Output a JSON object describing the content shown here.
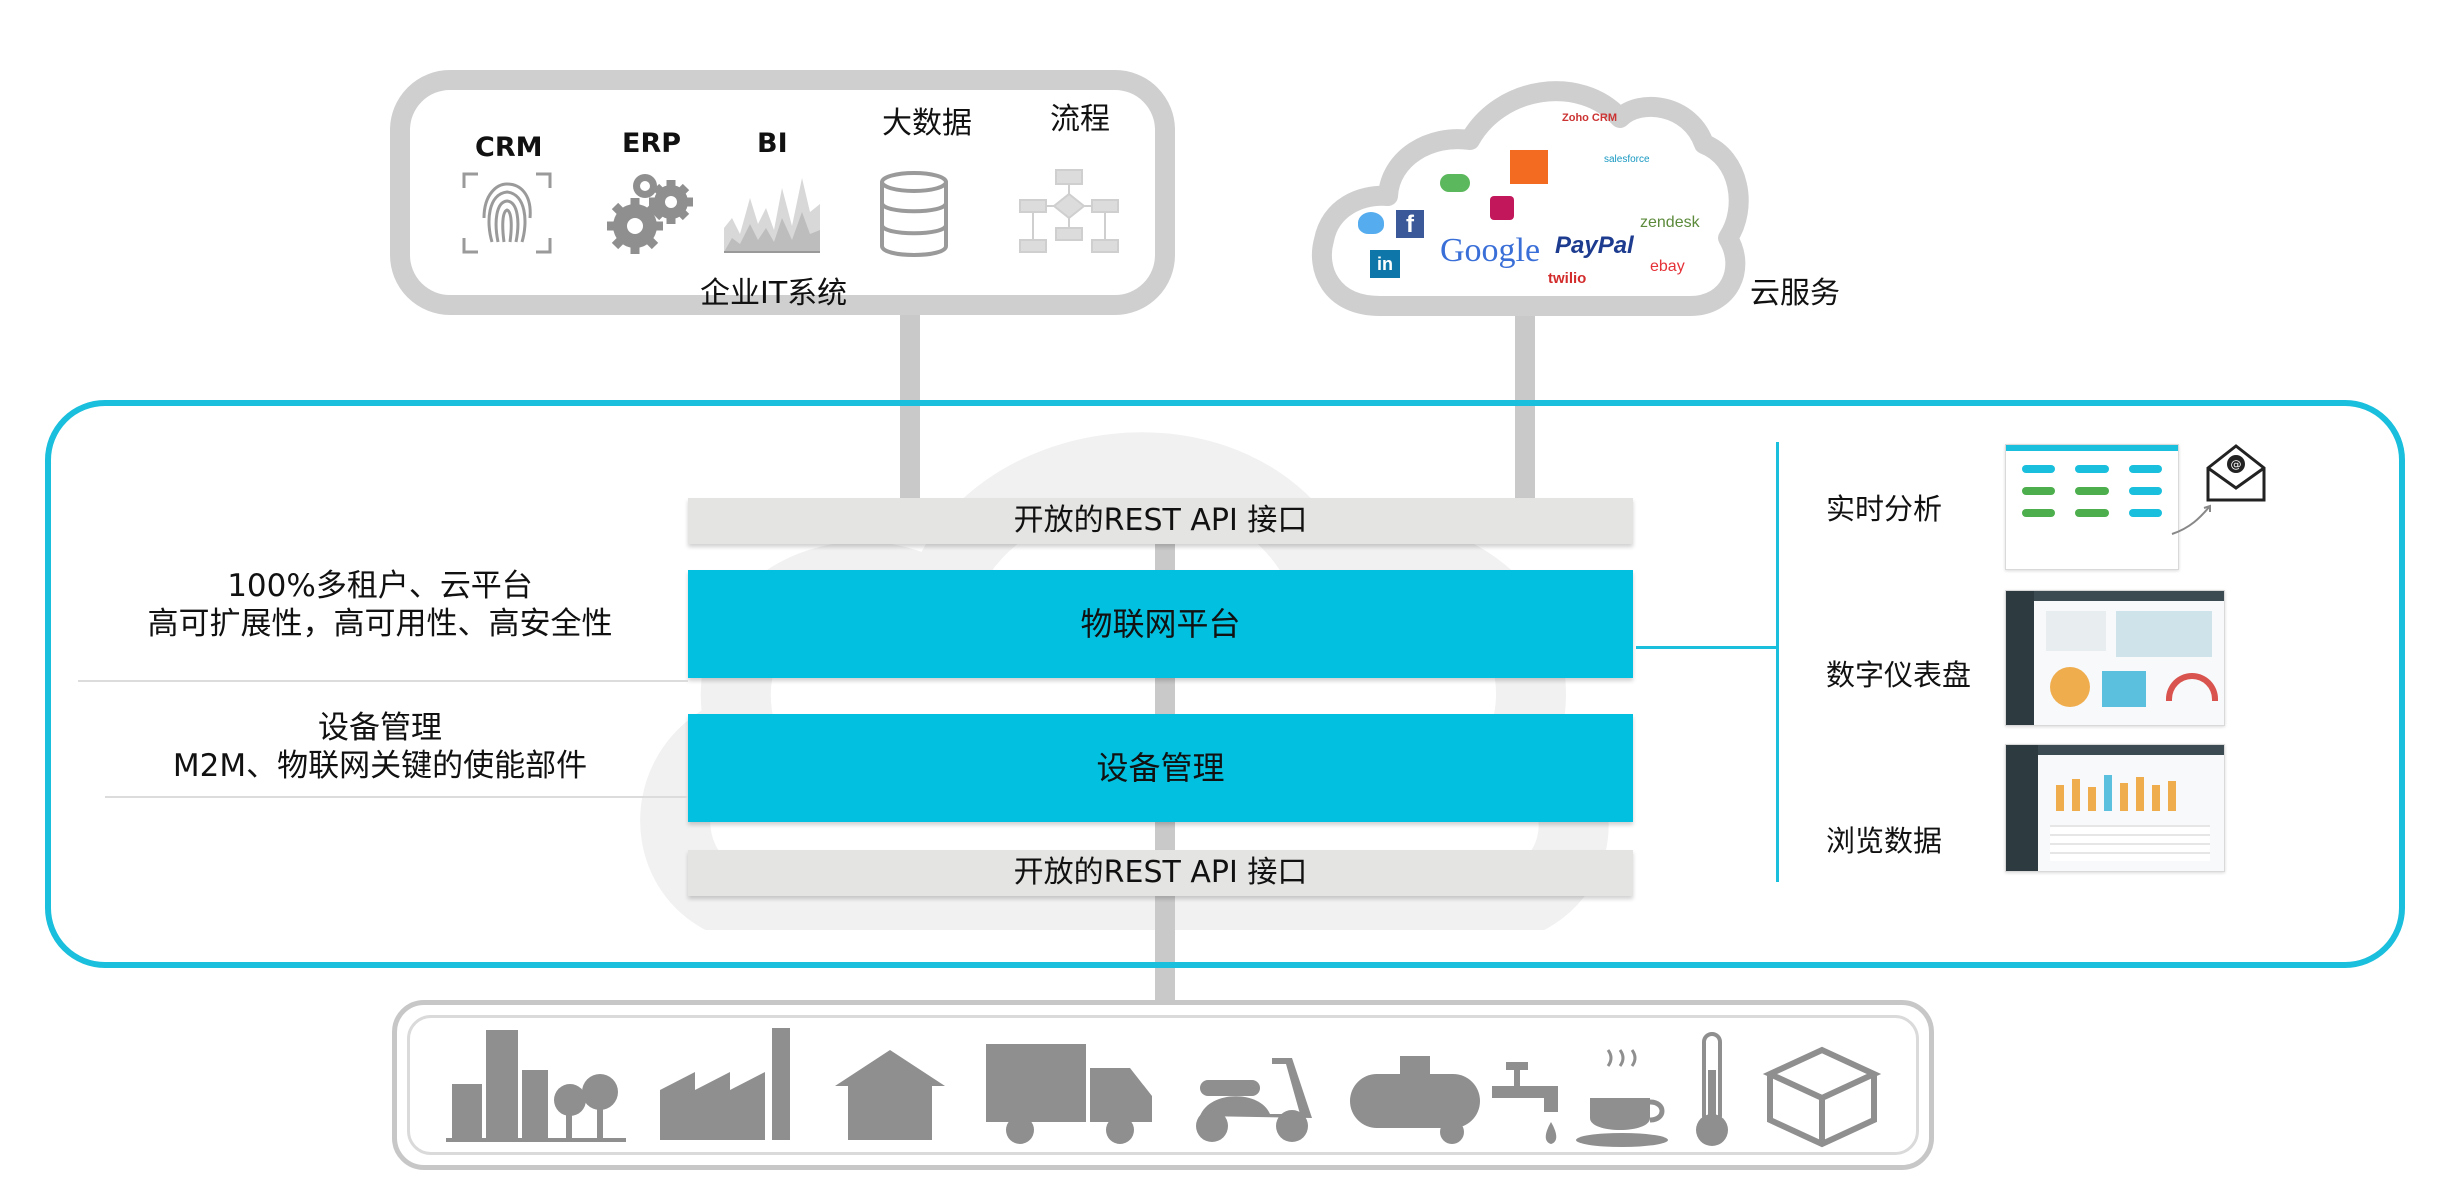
{
  "enterprise_it": {
    "title": "企业IT系统",
    "items": [
      {
        "label": "CRM",
        "icon": "fingerprint-icon"
      },
      {
        "label": "ERP",
        "icon": "gears-icon"
      },
      {
        "label": "BI",
        "icon": "area-chart-icon"
      },
      {
        "label": "大数据",
        "icon": "database-icon"
      },
      {
        "label": "流程",
        "icon": "flowchart-icon"
      }
    ]
  },
  "cloud_services": {
    "label": "云服务",
    "logos": [
      "Google",
      "PayPal",
      "zendesk",
      "twilio",
      "ebay",
      "Zoho CRM",
      "salesforce"
    ]
  },
  "platform": {
    "api_top": "开放的REST API 接口",
    "iot_platform": "物联网平台",
    "device_mgmt": "设备管理",
    "api_bottom": "开放的REST API 接口"
  },
  "left_notes": {
    "note1_line1": "100%多租户、云平台",
    "note1_line2": "高可扩展性，高可用性、高安全性",
    "note2_line1": "设备管理",
    "note2_line2": "M2M、物联网关键的使能部件"
  },
  "apps": [
    {
      "label": "实时分析"
    },
    {
      "label": "数字仪表盘"
    },
    {
      "label": "浏览数据"
    }
  ],
  "devices": [
    "buildings-icon",
    "factory-icon",
    "house-icon",
    "truck-icon",
    "scooter-icon",
    "tank-icon",
    "faucet-icon",
    "coffee-cup-icon",
    "thermometer-icon",
    "box-icon"
  ],
  "colors": {
    "accent": "#02c0df",
    "frame": "#19bfdc",
    "grey_bar": "#e4e4e2",
    "icon_grey": "#8f8f8f",
    "line_grey": "#c8c8c8"
  }
}
